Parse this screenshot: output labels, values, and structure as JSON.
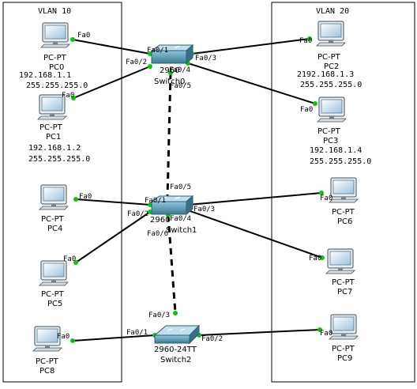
{
  "vlan_labels": {
    "left": "VLAN 10",
    "right": "VLAN 20"
  },
  "pcs": [
    {
      "id": "pc0",
      "type": "PC-PT",
      "name": "PC0",
      "port": "Fa0",
      "ip": "192.168.1.1",
      "mask": "255.255.255.0"
    },
    {
      "id": "pc1",
      "type": "PC-PT",
      "name": "PC1",
      "port": "Fa0",
      "ip": "192.168.1.2",
      "mask": "255.255.255.0"
    },
    {
      "id": "pc2",
      "type": "PC-PT",
      "name": "PC2",
      "port": "Fa0",
      "ip": "2192.168.1.3",
      "mask": "255.255.255.0"
    },
    {
      "id": "pc3",
      "type": "PC-PT",
      "name": "PC3",
      "port": "Fa0",
      "ip": "192.168.1.4",
      "mask": "255.255.255.0"
    },
    {
      "id": "pc4",
      "type": "PC-PT",
      "name": "PC4",
      "port": "Fa0"
    },
    {
      "id": "pc5",
      "type": "PC-PT",
      "name": "PC5",
      "port": "Fa0"
    },
    {
      "id": "pc6",
      "type": "PC-PT",
      "name": "PC6",
      "port": "Fa0"
    },
    {
      "id": "pc7",
      "type": "PC-PT",
      "name": "PC7",
      "port": "Fa0"
    },
    {
      "id": "pc8",
      "type": "PC-PT",
      "name": "PC8",
      "port": "Fa0"
    },
    {
      "id": "pc9",
      "type": "PC-PT",
      "name": "PC9",
      "port": "Fa0"
    }
  ],
  "switches": [
    {
      "id": "sw0",
      "model": "2960",
      "name": "Switch0",
      "ports": [
        "Fa0/1",
        "Fa0/2",
        "Fa0/3",
        "Fa0/4",
        "Fa0/5"
      ]
    },
    {
      "id": "sw1",
      "model": "2960",
      "name": "Switch1",
      "ports": [
        "Fa0/1",
        "Fa0/2",
        "Fa0/3",
        "Fa0/4",
        "Fa0/5",
        "Fa0/6"
      ]
    },
    {
      "id": "sw2",
      "model": "2960-24TT",
      "name": "Switch2",
      "ports": [
        "Fa0/1",
        "Fa0/2",
        "Fa0/3"
      ]
    }
  ],
  "colors": {
    "link": "#000000",
    "endpoint": "#00cc00",
    "switch": "#4e8fa6",
    "monitor": "#7fb3cf",
    "border": "#000000"
  }
}
